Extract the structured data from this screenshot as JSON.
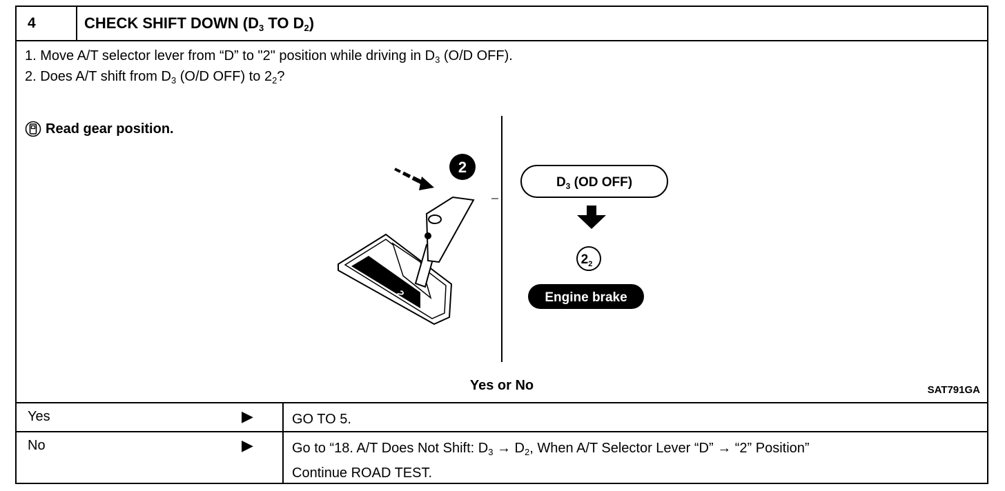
{
  "header": {
    "step_number": "4",
    "title_main": "CHECK SHIFT DOWN (D",
    "title_sub1": "3",
    "title_mid": " TO D",
    "title_sub2": "2",
    "title_end": ")"
  },
  "steps": {
    "s1_a": "1.  Move A/T selector lever from “D” to \"2\" position while driving in D",
    "s1_sub": "3",
    "s1_b": " (O/D OFF).",
    "s2_a": "2.  Does A/T shift from D",
    "s2_sub1": "3",
    "s2_b": " (O/D OFF) to 2",
    "s2_sub2": "2",
    "s2_c": "?"
  },
  "note": {
    "text": "Read gear position."
  },
  "figure": {
    "lever_badge": "2",
    "gate_label": "2",
    "from_label_a": "D",
    "from_label_sub": "3",
    "from_label_b": " (OD OFF)",
    "to_label": "2",
    "to_label_sub": "2",
    "result_badge": "Engine brake",
    "code": "SAT791GA"
  },
  "question": "Yes or No",
  "rows": [
    {
      "label": "Yes",
      "result": "GO TO 5."
    },
    {
      "label": "No",
      "result_a": "Go to “18. A/T Does Not Shift: D",
      "result_sub1": "3",
      "result_b": " → D",
      "result_sub2": "2",
      "result_c": ", When A/T Selector Lever “D” → “2” Position”",
      "result_line2": "Continue ROAD TEST."
    }
  ],
  "arrow_icon": "right-triangle-icon"
}
